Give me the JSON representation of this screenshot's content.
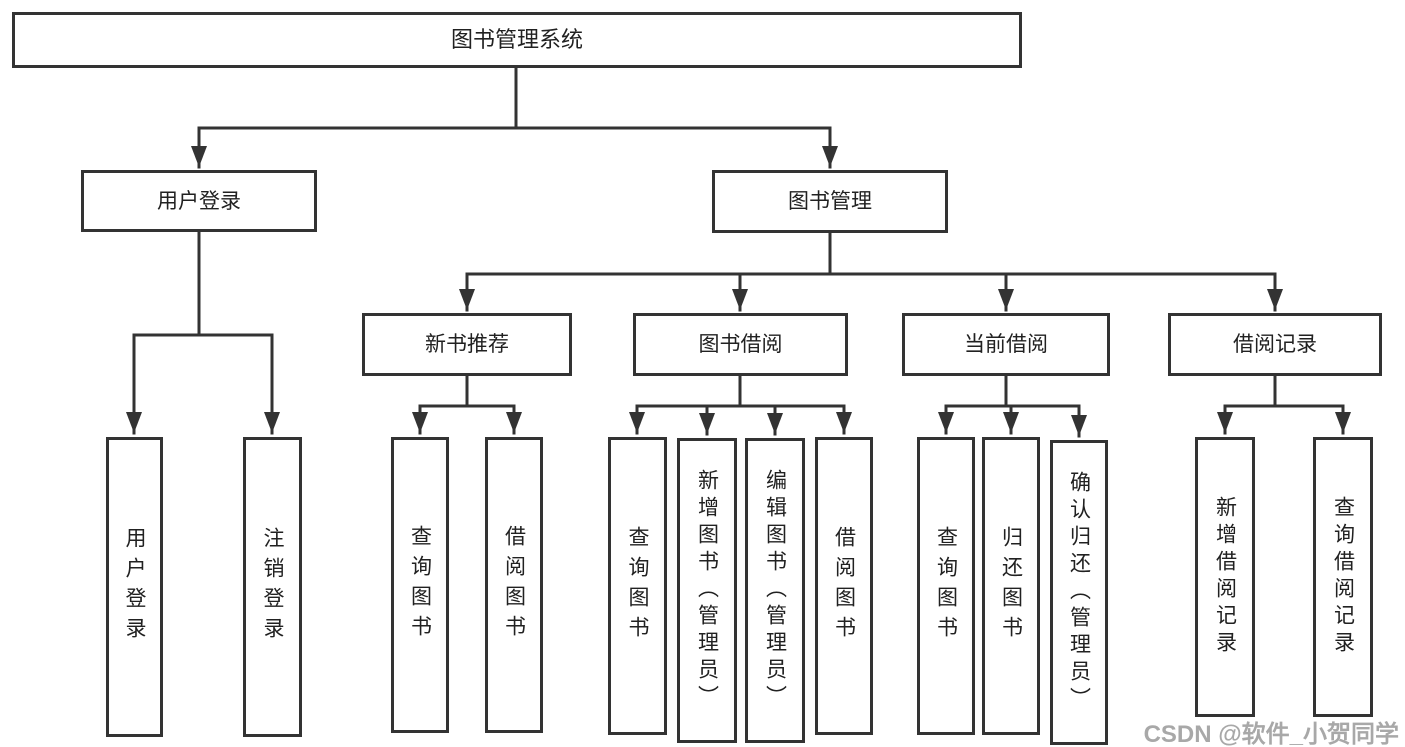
{
  "colors": {
    "line": "#333333",
    "border": "#333333",
    "text": "#212121",
    "background": "#ffffff",
    "watermark": "#a8a8a8"
  },
  "tree": {
    "root": "图书管理系统",
    "user_login": {
      "label": "用户登录",
      "children": [
        "用户登录",
        "注销登录"
      ]
    },
    "book_mgmt": {
      "label": "图书管理",
      "sections": [
        {
          "label": "新书推荐",
          "children": [
            "查询图书",
            "借阅图书"
          ]
        },
        {
          "label": "图书借阅",
          "children": [
            "查询图书",
            "新增图书（管理员）",
            "编辑图书（管理员）",
            "借阅图书"
          ]
        },
        {
          "label": "当前借阅",
          "children": [
            "查询图书",
            "归还图书",
            "确认归还（管理员）"
          ]
        },
        {
          "label": "借阅记录",
          "children": [
            "新增借阅记录",
            "查询借阅记录"
          ]
        }
      ]
    }
  },
  "watermark": {
    "text": "CSDN @软件_小贺同学"
  }
}
